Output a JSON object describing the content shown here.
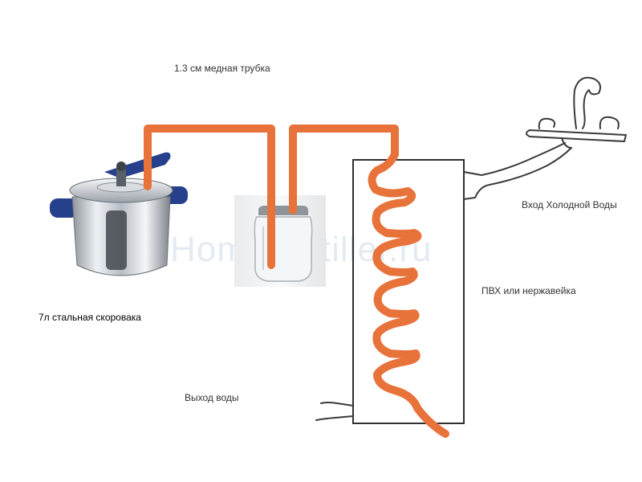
{
  "labels": {
    "copper_tube": "1.3 см медная трубка",
    "pressure_cooker": "7л стальная скоровака",
    "water_outlet": "Выход воды",
    "cold_water_inlet": "Вход Холодной Воды",
    "housing_material": "ПВХ или нержавейка"
  },
  "watermark": "HomeDistiller.ru",
  "colors": {
    "tube": "#e8733a",
    "outline": "#3a3a3a",
    "pot_handles": "#27408b",
    "steel": "#c9ced4"
  }
}
